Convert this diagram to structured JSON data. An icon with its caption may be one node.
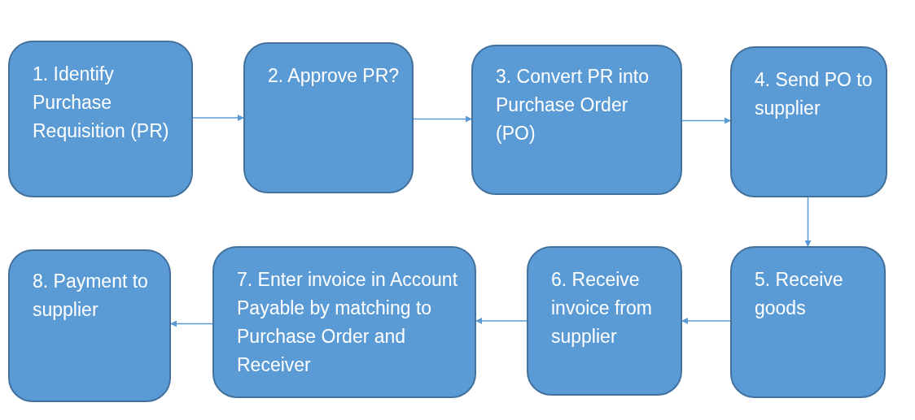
{
  "diagram": {
    "nodes": [
      {
        "text": [
          "1. Identify Purchase Requisition (PR)"
        ]
      },
      {
        "text": [
          "2. Approve PR?"
        ]
      },
      {
        "text": [
          "3. Convert PR into Purchase Order (PO)"
        ]
      },
      {
        "text": [
          "4. Send PO to supplier"
        ]
      },
      {
        "text": [
          "5. Receive goods"
        ]
      },
      {
        "text": [
          "6. Receive invoice from supplier"
        ]
      },
      {
        "text": [
          "7. Enter invoice in Account Payable by matching to Purchase Order and Receiver"
        ]
      },
      {
        "text": [
          "8. Payment to supplier"
        ]
      }
    ],
    "edges": [
      {
        "from": 0,
        "to": 1,
        "arrow": "to"
      },
      {
        "from": 1,
        "to": 2,
        "arrow": "to"
      },
      {
        "from": 2,
        "to": 3,
        "arrow": "to"
      },
      {
        "from": 3,
        "to": 4,
        "arrow": "to"
      },
      {
        "from": 4,
        "to": 5,
        "arrow": "to"
      },
      {
        "from": 5,
        "to": 6,
        "arrow": "to"
      },
      {
        "from": 6,
        "to": 7,
        "arrow": "to"
      }
    ]
  }
}
